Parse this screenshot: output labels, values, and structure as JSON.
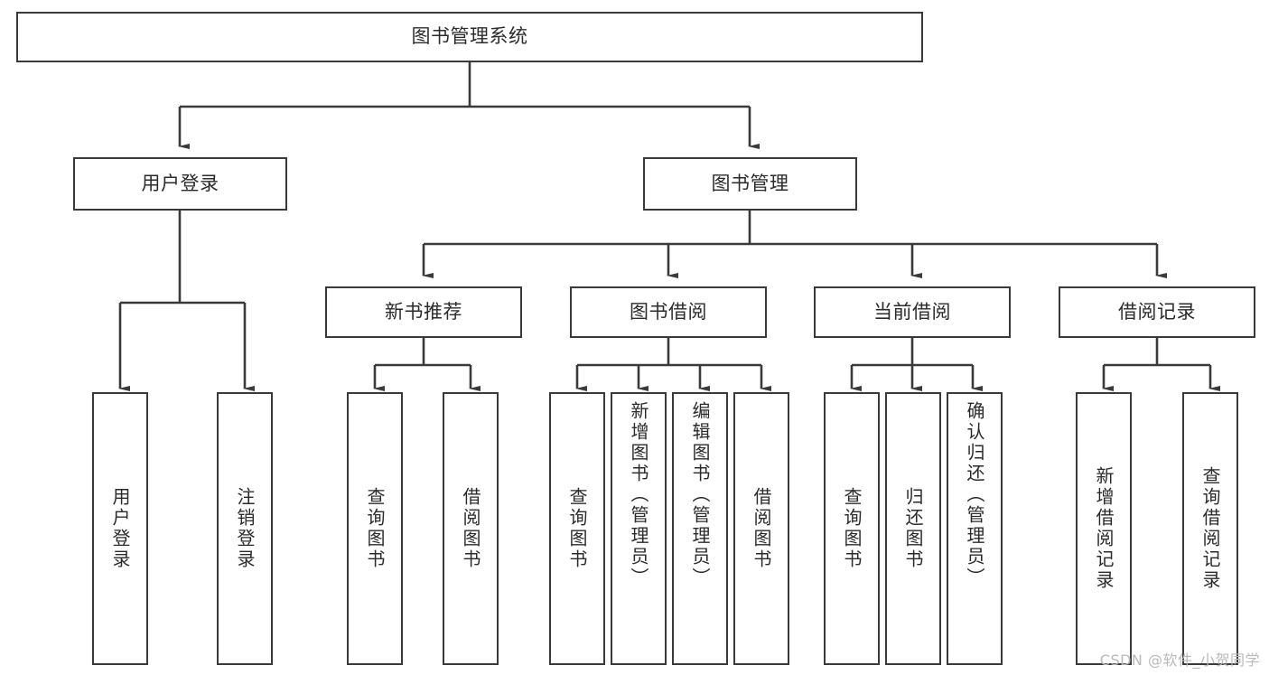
{
  "diagram": {
    "title": "图书管理系统",
    "type": "tree-hierarchy",
    "watermark": "CSDN @软件_小贺同学",
    "line_color": "#3a3a3a",
    "box_fill": "#ffffff",
    "text_color": "#2b2b2b"
  },
  "nodes": {
    "root": {
      "label": "图书管理系统"
    },
    "level1": [
      {
        "label": "用户登录"
      },
      {
        "label": "图书管理"
      }
    ],
    "level2": [
      {
        "label": "新书推荐"
      },
      {
        "label": "图书借阅"
      },
      {
        "label": "当前借阅"
      },
      {
        "label": "借阅记录"
      }
    ],
    "leaves": {
      "user_login": [
        {
          "label": "用户登录"
        },
        {
          "label": "注销登录"
        }
      ],
      "new_book_recommend": [
        {
          "label": "查询图书"
        },
        {
          "label": "借阅图书"
        }
      ],
      "book_borrow": [
        {
          "label": "查询图书"
        },
        {
          "label": "新增图书（管理员）"
        },
        {
          "label": "编辑图书（管理员）"
        },
        {
          "label": "借阅图书"
        }
      ],
      "current_borrow": [
        {
          "label": "查询图书"
        },
        {
          "label": "归还图书"
        },
        {
          "label": "确认归还（管理员）"
        }
      ],
      "borrow_record": [
        {
          "label": "新增借阅记录"
        },
        {
          "label": "查询借阅记录"
        }
      ]
    }
  }
}
